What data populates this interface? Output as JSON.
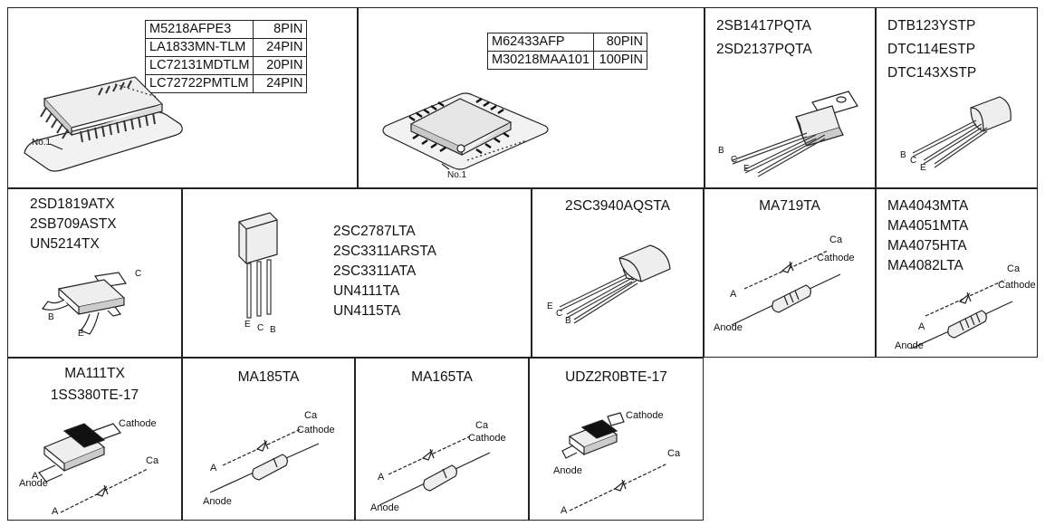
{
  "cells": {
    "soic": {
      "parts": [
        {
          "name": "M5218AFPE3",
          "pins": "8PIN"
        },
        {
          "name": "LA1833MN-TLM",
          "pins": "24PIN"
        },
        {
          "name": "LC72131MDTLM",
          "pins": "20PIN"
        },
        {
          "name": "LC72722PMTLM",
          "pins": "24PIN"
        }
      ],
      "pin1_label": "No.1"
    },
    "qfp": {
      "parts": [
        {
          "name": "M62433AFP",
          "pins": "80PIN"
        },
        {
          "name": "M30218MAA101",
          "pins": "100PIN"
        }
      ],
      "pin1_label": "No.1"
    },
    "to220": {
      "parts": [
        "2SB1417PQTA",
        "2SD2137PQTA"
      ],
      "pin_labels": {
        "b": "B",
        "c": "C",
        "e": "E"
      }
    },
    "to92_dtb": {
      "parts": [
        "DTB123YSTP",
        "DTC114ESTP",
        "DTC143XSTP"
      ],
      "pin_labels": {
        "b": "B",
        "c": "C",
        "e": "E"
      }
    },
    "sot89": {
      "parts": [
        "2SD1819ATX",
        "2SB709ASTX",
        "UN5214TX"
      ],
      "pin_labels": {
        "b": "B",
        "c": "C",
        "e": "E"
      }
    },
    "to92_2sc": {
      "parts": [
        "2SC2787LTA",
        "2SC3311ARSTA",
        "2SC3311ATA",
        "UN4111TA",
        "UN4115TA"
      ],
      "pin_labels": {
        "e": "E",
        "c": "C",
        "b": "B"
      }
    },
    "to92_3940": {
      "parts": [
        "2SC3940AQSTA"
      ],
      "pin_labels": {
        "e": "E",
        "c": "C",
        "b": "B"
      }
    },
    "ma719": {
      "parts": [
        "MA719TA"
      ],
      "labels": {
        "ca": "Ca",
        "cathode": "Cathode",
        "a": "A",
        "anode": "Anode"
      }
    },
    "ma4043": {
      "parts": [
        "MA4043MTA",
        "MA4051MTA",
        "MA4075HTA",
        "MA4082LTA"
      ],
      "labels": {
        "ca": "Ca",
        "cathode": "Cathode",
        "a": "A",
        "anode": "Anode"
      }
    },
    "ma111": {
      "parts": [
        "MA111TX",
        "1SS380TE-17"
      ],
      "labels": {
        "cathode": "Cathode",
        "a_pkg": "A",
        "anode": "Anode",
        "ca": "Ca",
        "a": "A"
      }
    },
    "ma185": {
      "parts": [
        "MA185TA"
      ],
      "labels": {
        "ca": "Ca",
        "cathode": "Cathode",
        "a": "A",
        "anode": "Anode"
      }
    },
    "ma165": {
      "parts": [
        "MA165TA"
      ],
      "labels": {
        "ca": "Ca",
        "cathode": "Cathode",
        "a": "A",
        "anode": "Anode"
      }
    },
    "udz": {
      "parts": [
        "UDZ2R0BTE-17"
      ],
      "labels": {
        "cathode": "Cathode",
        "anode": "Anode",
        "ca": "Ca",
        "a": "A"
      }
    }
  }
}
